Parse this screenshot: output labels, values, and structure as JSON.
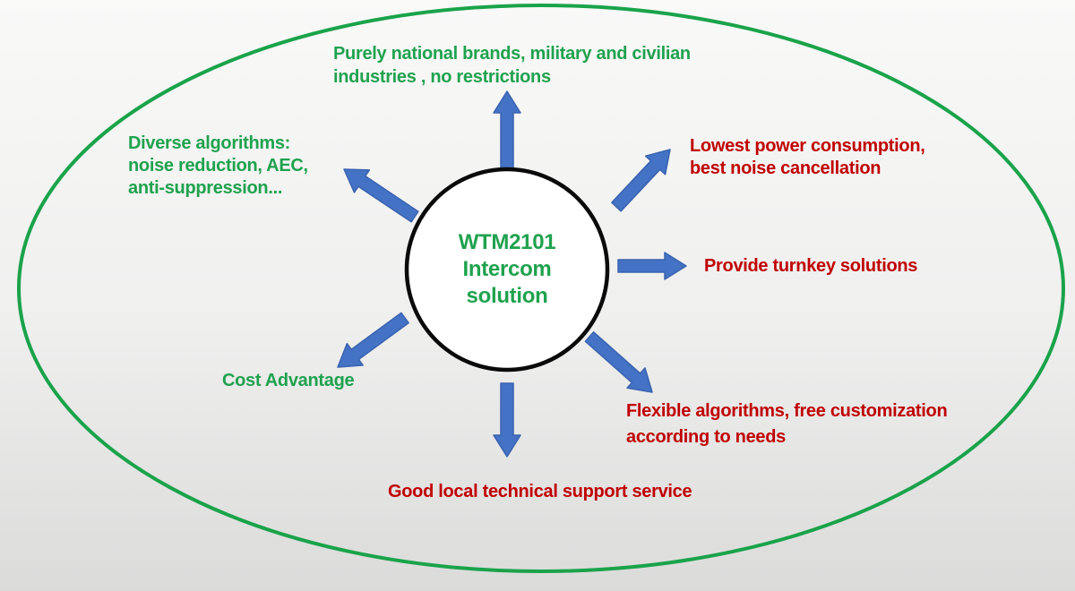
{
  "diagram": {
    "title_semantic": "WTM2101 intercom solution advantages diagram",
    "center": {
      "lines": [
        "WTM2101",
        "Intercom",
        "solution"
      ],
      "color": "#1fa24e"
    },
    "labels": {
      "top": {
        "lines": [
          "Purely national brands, military and civilian",
          "industries , no restrictions"
        ],
        "color": "#1fa24e"
      },
      "upper_left": {
        "lines": [
          "Diverse algorithms:",
          "noise reduction, AEC,",
          "anti-suppression..."
        ],
        "color": "#1fa24e"
      },
      "upper_right": {
        "lines": [
          "Lowest power consumption,",
          "best noise cancellation"
        ],
        "color": "#c00000"
      },
      "right": {
        "lines": [
          "Provide turnkey solutions"
        ],
        "color": "#c00000"
      },
      "lower_right": {
        "lines": [
          "Flexible algorithms, free customization",
          "according to  needs"
        ],
        "color": "#c00000"
      },
      "bottom": {
        "lines": [
          "Good local technical support service"
        ],
        "color": "#c00000"
      },
      "lower_left": {
        "lines": [
          "Cost Advantage"
        ],
        "color": "#1fa24e"
      }
    },
    "arrows": [
      "arrow-top",
      "arrow-upper-left",
      "arrow-upper-right",
      "arrow-right",
      "arrow-lower-right",
      "arrow-bottom",
      "arrow-lower-left"
    ],
    "colors": {
      "green_text": "#1fa24e",
      "red_text": "#c00000",
      "arrow_blue": "#4472c4",
      "arrow_blue_border": "#3a63b0",
      "ellipse_green": "#1aa34a",
      "circle_border": "#0a0a0a",
      "circle_fill": "#ffffff"
    }
  }
}
